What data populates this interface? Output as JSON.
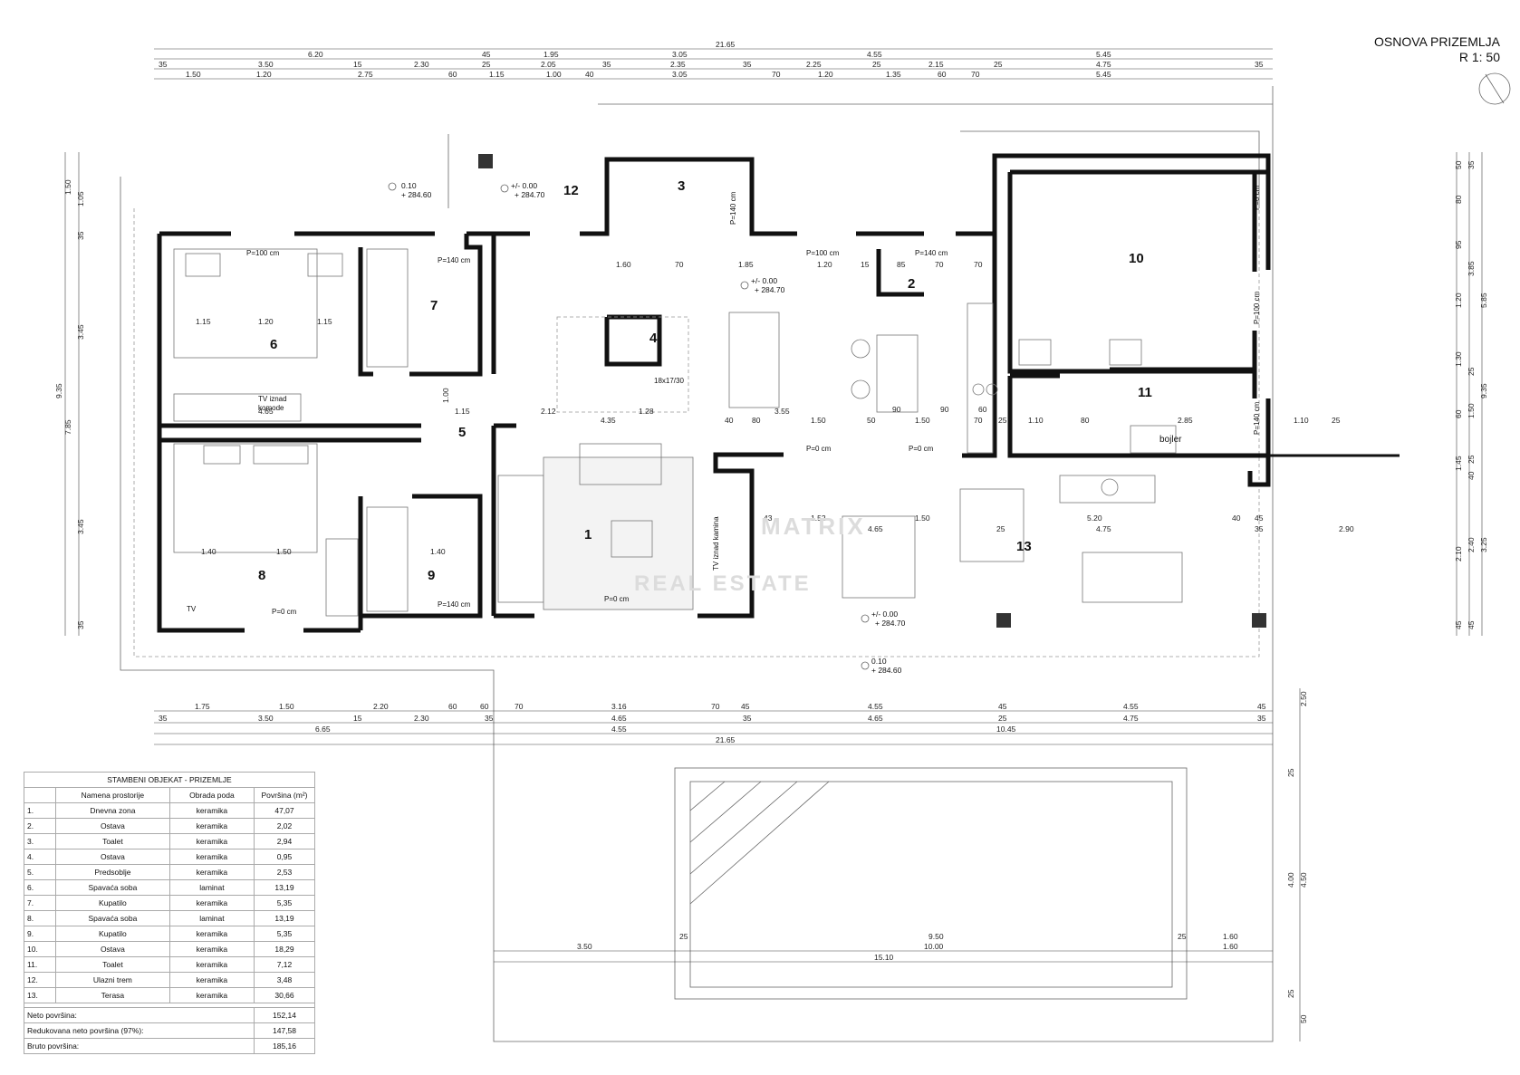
{
  "title": {
    "name": "OSNOVA PRIZEMLJA",
    "scale": "R 1: 50"
  },
  "rooms": [
    {
      "num": "1"
    },
    {
      "num": "2"
    },
    {
      "num": "3"
    },
    {
      "num": "4"
    },
    {
      "num": "5"
    },
    {
      "num": "6"
    },
    {
      "num": "7"
    },
    {
      "num": "8"
    },
    {
      "num": "9"
    },
    {
      "num": "10"
    },
    {
      "num": "11"
    },
    {
      "num": "12"
    },
    {
      "num": "13"
    }
  ],
  "notes": {
    "tv_komode_1": "TV iznad",
    "tv_komode_2": "komode",
    "tv_kamina": "TV iznad kamina",
    "tv": "TV",
    "bojler": "bojler",
    "stairs": "18x17/30"
  },
  "levels": {
    "out_top_a": "0.10",
    "out_top_b": "+ 284.60",
    "entry_a": "+/- 0.00",
    "entry_b": "+ 284.70",
    "living_a": "+/- 0.00",
    "living_b": "+ 284.70",
    "terrace_a": "+/- 0.00",
    "terrace_b": "+ 284.70",
    "out_bottom_a": "0.10",
    "out_bottom_b": "+ 284.60"
  },
  "openings": {
    "p100": "P=100 cm",
    "p140": "P=140 cm",
    "p0": "P=0 cm"
  },
  "dims_top": {
    "total": "21.65",
    "row1": [
      "6.20",
      "45",
      "1.95",
      "3.05",
      "4.55",
      "5.45"
    ],
    "row2": [
      "35",
      "3.50",
      "15",
      "2.30",
      "25",
      "2.05",
      "35",
      "2.35",
      "35",
      "2.25",
      "25",
      "2.15",
      "25",
      "4.75",
      "35"
    ],
    "row3": [
      "1.50",
      "1.20",
      "2.75",
      "60",
      "1.15",
      "1.00",
      "40",
      "3.05",
      "70",
      "1.20",
      "1.35",
      "60",
      "70",
      "5.45"
    ]
  },
  "dims_bottom": {
    "row1": [
      "1.75",
      "1.50",
      "2.20",
      "60",
      "60",
      "70",
      "3.16",
      "70",
      "45",
      "4.55",
      "45",
      "4.55",
      "45"
    ],
    "row2": [
      "35",
      "3.50",
      "15",
      "2.30",
      "35",
      "4.65",
      "35",
      "4.65",
      "25",
      "4.75",
      "35"
    ],
    "row3": [
      "6.65",
      "4.55",
      "10.45"
    ],
    "total": "21.65"
  },
  "dims_left": [
    "1.50",
    "1.05",
    "35",
    "3.45",
    "9.35",
    "7.85",
    "3.45",
    "35"
  ],
  "dims_right": [
    "50",
    "35",
    "80",
    "95",
    "3.85",
    "5.85",
    "1.20",
    "1.30",
    "25",
    "60",
    "1.50",
    "9.35",
    "1.45",
    "25",
    "40",
    "2.10",
    "2.40",
    "3.25",
    "45",
    "45"
  ],
  "dims_inner": [
    "1.15",
    "1.20",
    "1.15",
    "4.65",
    "1.15",
    "4.35",
    "1.28",
    "2.12",
    "1.40",
    "1.50",
    "1.40",
    "1.00",
    "1.60",
    "70",
    "1.85",
    "1.20",
    "15",
    "85",
    "70",
    "70",
    "40",
    "80",
    "3.55",
    "1.50",
    "50",
    "1.50",
    "90",
    "90",
    "60",
    "70",
    "25",
    "1.10",
    "80",
    "2.85",
    "1.10",
    "25",
    "5.20",
    "4.75",
    "40",
    "45",
    "35",
    "2.90",
    "25",
    "1.52",
    "4.65",
    "1.50",
    "43"
  ],
  "pool_dims": [
    "3.50",
    "25",
    "9.50",
    "25",
    "1.60",
    "10.00",
    "1.60",
    "15.10",
    "2.50",
    "25",
    "4.00",
    "4.50",
    "25",
    "50"
  ],
  "watermark": {
    "line1": "MATRIX",
    "line2": "REAL ESTATE"
  },
  "area_table": {
    "caption": "STAMBENI OBJEKAT - PRIZEMLJE",
    "headers": [
      "",
      "Namena prostorije",
      "Obrada poda",
      "Površina (m²)"
    ],
    "rows": [
      [
        "1.",
        "Dnevna zona",
        "keramika",
        "47,07"
      ],
      [
        "2.",
        "Ostava",
        "keramika",
        "2,02"
      ],
      [
        "3.",
        "Toalet",
        "keramika",
        "2,94"
      ],
      [
        "4.",
        "Ostava",
        "keramika",
        "0,95"
      ],
      [
        "5.",
        "Predsoblje",
        "keramika",
        "2,53"
      ],
      [
        "6.",
        "Spavaća soba",
        "laminat",
        "13,19"
      ],
      [
        "7.",
        "Kupatilo",
        "keramika",
        "5,35"
      ],
      [
        "8.",
        "Spavaća soba",
        "laminat",
        "13,19"
      ],
      [
        "9.",
        "Kupatilo",
        "keramika",
        "5,35"
      ],
      [
        "10.",
        "Ostava",
        "keramika",
        "18,29"
      ],
      [
        "11.",
        "Toalet",
        "keramika",
        "7,12"
      ],
      [
        "12.",
        "Ulazni trem",
        "keramika",
        "3,48"
      ],
      [
        "13.",
        "Terasa",
        "keramika",
        "30,66"
      ]
    ],
    "totals": [
      [
        "Neto površina:",
        "152,14"
      ],
      [
        "Redukovana neto površina (97%):",
        "147,58"
      ],
      [
        "Bruto površina:",
        "185,16"
      ]
    ]
  }
}
